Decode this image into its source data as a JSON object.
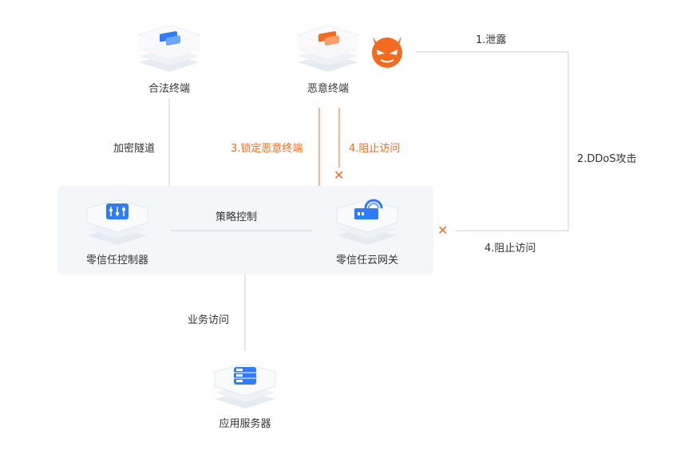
{
  "nodes": {
    "legit_terminal": "合法终端",
    "malicious_terminal": "恶意终端",
    "zt_controller": "零信任控制器",
    "zt_gateway": "零信任云网关",
    "app_server": "应用服务器"
  },
  "edges": {
    "encrypted_tunnel": "加密隧道",
    "lock_malicious": "3.锁定恶意终端",
    "block_access_top": "4.阻止访问",
    "leak": "1.泄露",
    "ddos": "2.DDoS攻击",
    "block_access_right": "4.阻止访问",
    "policy_control": "策略控制",
    "business_access": "业务访问"
  },
  "icons": {
    "attacker": "devil-face-icon",
    "block_mark": "x-mark-icon"
  },
  "colors": {
    "accent_blue": "#2f7cf6",
    "alert_orange": "#f26b21",
    "line_gray": "#c9d1de",
    "panel_bg": "#f4f6fa"
  }
}
